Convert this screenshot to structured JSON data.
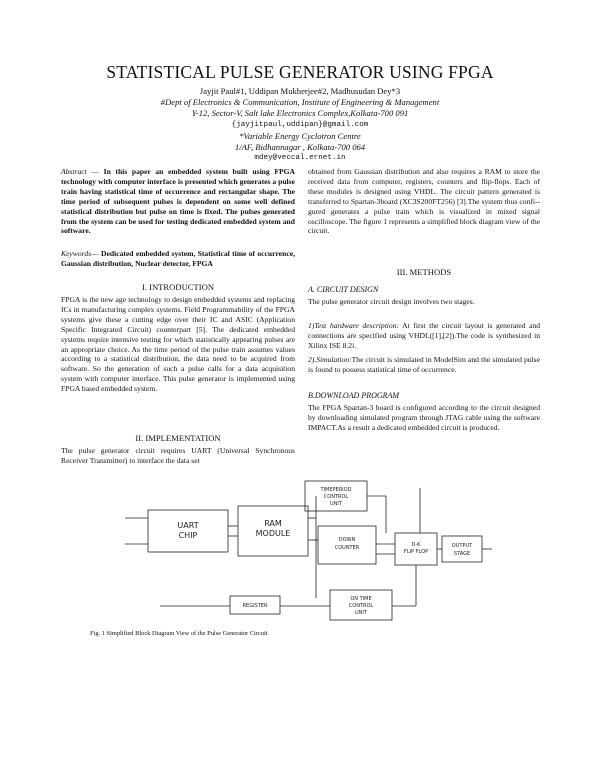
{
  "paper": {
    "title": "STATISTICAL PULSE GENERATOR USING FPGA",
    "authors": {
      "line1": "Jayjit Paul#1, Uddipan Mukherjee#2, Madhusudan Dey*3",
      "affil1": "#Dept of Electronics & Communication, Institute of Engineering & Management",
      "affil2": "Y-12, Sector-V, Salt lake Electronics Complex,Kolkata-700 091",
      "email1": "{jayjitpaul,uddipan}@gmail.com",
      "affil3": "*Variable Energy Cyclotron Centre",
      "affil4": "1/AF, Bidhannagar , Kolkata-700 064",
      "email2": "mdey@veccal.ernet.in"
    },
    "abstract": {
      "label": "Abstract",
      "dash": " — ",
      "text": "In this paper an embedded system built using FPGA technology with computer interface is presented which generates a pulse train having statistical time of occurrence and rectangular shape. The time period of subsequent pulses is dependent on some well defined statistical distribution but pulse on time is fixed. The pulses generated from the system can be used for testing dedicated embedded system and software."
    },
    "keywords": {
      "label": "Keywords",
      "dash": "— ",
      "text": "Dedicated embedded system, Statistical time of occurrence, Gaussian distribution, Nuclear detector, FPGA"
    },
    "sec1": {
      "heading": "I. INTRODUCTION",
      "text": "FPGA is the new age technology to design embedded systems and replacing ICs in manufacturing complex systems. Field Programmability of the FPGA systems give these a cutting edge over their IC and ASIC (Application Specific Integrated Circuit) counterpart [5]. The dedicated embedded systems require intensive testing for which statistically appearing pulses are an appropriate choice. As the time period of the pulse train assumes values according to a statistical distribution, the data need to be acquired from software. So the generation of such a pulse calls for a data acquisition system with computer interface. This pulse generator is implemented using FPGA based embedded system."
    },
    "sec2": {
      "heading": "II. IMPLEMENTATION",
      "text": "The pulse generator circuit requires UART (Universal Synchronous Receiver Transmitter) to interface the data set"
    },
    "right_top": "obtained from Gaussian distribution and also requires a RAM to store the received data from computer, registers, counters and flip-flops. Each of these modules is designed using VHDL. The circuit pattern generated is transferred to Spartan-3board (XC3S200FT256) [3].The system thus confi--gured generates a pulse train which is visualized in mixed signal oscilloscope. The figure 1 represents a simplified block diagram view of the circuit.",
    "sec3": {
      "heading": "III. METHODS",
      "subA": "A. CIRCUIT DESIGN",
      "subA_text": "The pulse generator circuit design involves two stages.",
      "item1_label": "1)Test hardware description:",
      "item1_text": " At first the circuit layout is generated and connections are specified using VHDL([1],[2]).The code is synthesized in Xilinx ISE 8.2i.",
      "item2_label": "2).Simulation:",
      "item2_text": "The circuit is simulated in ModelSim and the simulated pulse is found to possess statistical time of occurrence.",
      "subB": "B.DOWNLOAD PROGRAM",
      "subB_text": "The FPGA Spartan-3 board is configured according to the circuit designed by downloading simulated program through JTAG cable using the software IMPACT.As a result a dedicated embedded circuit is produced."
    },
    "figure": {
      "caption": "Fig. 1 Simplified Block Diagram View of the Pulse Generator Circuit",
      "blocks": {
        "uart": [
          "UART",
          "CHIP"
        ],
        "ram": [
          "RAM",
          "MODULE"
        ],
        "tc": [
          "TIMEPERIOD",
          "CONTROL",
          "UNIT"
        ],
        "dc": [
          "DOWN",
          "COUNTER"
        ],
        "ff": [
          "D-K",
          "FLIP FLOP"
        ],
        "os": [
          "OUTPUT",
          "STAGE"
        ],
        "reg": [
          "REGISTER"
        ],
        "otc": [
          "ON TIME",
          "CONTROL",
          "UNIT"
        ]
      }
    }
  }
}
